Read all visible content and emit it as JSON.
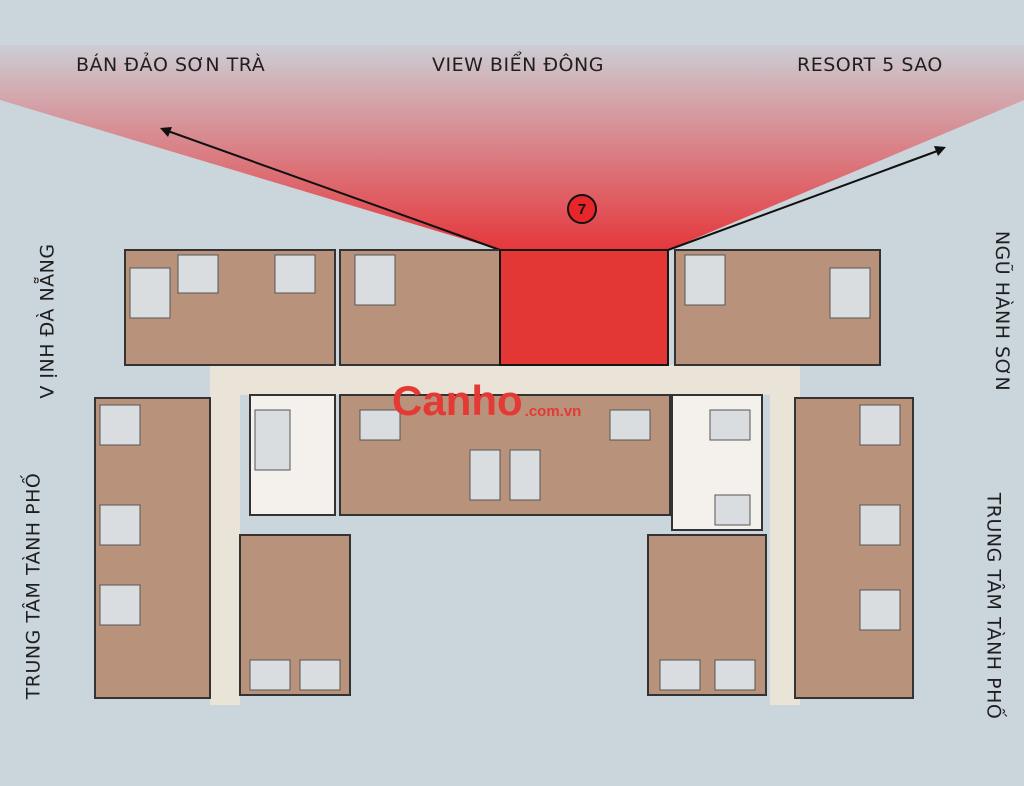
{
  "labels": {
    "top_left": "BÁN ĐẢO SƠN TRÀ",
    "top_center": "VIEW BIỂN ĐÔNG",
    "top_right": "RESORT 5 SAO",
    "left_top": "V ỊNH ĐÀ NẴNG",
    "left_bottom": "TRUNG TÂM TÀNH PHỐ",
    "right_top": "NGŨ HÀNH SƠN",
    "right_bottom": "TRUNG TÂM TÀNH PHỐ"
  },
  "highlighted_unit": "7",
  "watermark": {
    "main": "Canho",
    "domain": ".com.vn"
  },
  "colors": {
    "background": "#cbd5dc",
    "highlight": "#e8262a",
    "room": "#b8927a",
    "corridor": "#e9e3d8"
  }
}
